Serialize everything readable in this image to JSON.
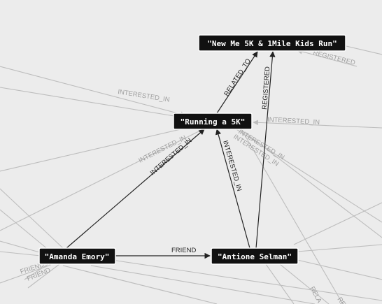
{
  "graph": {
    "nodes": {
      "event": "\"New Me 5K & 1Mile Kids Run\"",
      "running": "\"Running a 5K\"",
      "amanda": "\"Amanda Emory\"",
      "antione": "\"Antione Selman\""
    },
    "edges": {
      "related_to": "RELATED_TO",
      "registered": "REGISTERED",
      "interested_in_amanda": "INTERESTED_IN",
      "interested_in_antione": "INTERESTED_IN",
      "friend": "FRIEND"
    },
    "background_labels": {
      "registered_top": "REGISTERED",
      "interested_left": "INTERESTED_IN",
      "interested_right": "INTERESTED_IN",
      "interested_faint_a": "INTERESTED_IN",
      "interested_faint_b": "INTERESTED_IN",
      "interested_faint_c": "INTERESTED_IN",
      "friend_a": "FRIEND",
      "friend_b": "FRIEND",
      "rel_cut": "RELA",
      "edge_cut": "RE"
    },
    "colors": {
      "node_fill": "#111111",
      "edge_main": "#222222",
      "edge_background": "#bdbdbd",
      "canvas": "#ececec"
    }
  }
}
